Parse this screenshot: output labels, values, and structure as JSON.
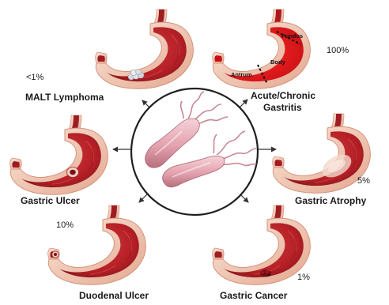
{
  "diagram": {
    "center": {
      "name": "Helicobacter pylori bacteria"
    },
    "outcomes": [
      {
        "id": "malt",
        "label": "MALT Lymphoma",
        "percent": "<1%"
      },
      {
        "id": "gastritis",
        "label_line1": "Acute/Chronic",
        "label_line2": "Gastritis",
        "percent": "100%"
      },
      {
        "id": "ulcer",
        "label": "Gastric Ulcer",
        "percent": ""
      },
      {
        "id": "atrophy",
        "label": "Gastric Atrophy",
        "percent": "5%"
      },
      {
        "id": "duodenal",
        "label": "Duodenal Ulcer",
        "percent": "10%"
      },
      {
        "id": "cancer",
        "label": "Gastric Cancer",
        "percent": "1%"
      }
    ],
    "stomach_regions": {
      "fundus": "Fundus",
      "body": "Body",
      "antrum": "Antrum"
    },
    "colors": {
      "stomach_outer": "#f6d8c6",
      "stomach_wall": "#e8b29a",
      "stomach_lumen": "#c0262b",
      "stomach_lumen_dark": "#8e1a1f",
      "inflamed": "#e8101a",
      "bacteria": "#e5a9b3",
      "arrow": "#333333",
      "circle_border": "#1f1f1f"
    }
  }
}
